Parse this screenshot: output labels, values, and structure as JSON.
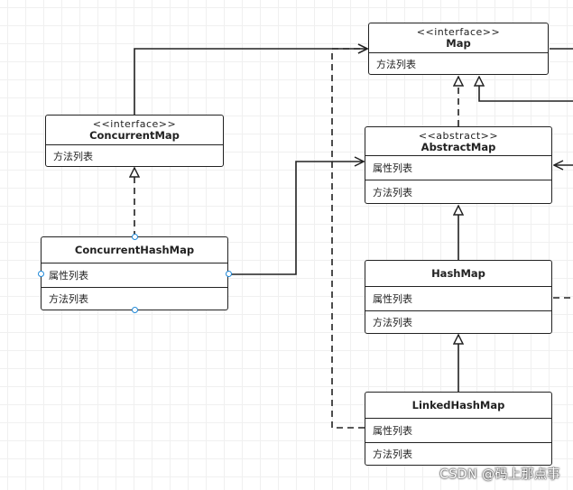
{
  "classes": {
    "map": {
      "stereotype": "<<interface>>",
      "name": "Map",
      "methods": "方法列表"
    },
    "concurrent_map": {
      "stereotype": "<<interface>>",
      "name": "ConcurrentMap",
      "methods": "方法列表"
    },
    "abstract_map": {
      "stereotype": "<<abstract>>",
      "name": "AbstractMap",
      "attributes": "属性列表",
      "methods": "方法列表"
    },
    "concurrent_hash_map": {
      "name": "ConcurrentHashMap",
      "attributes": "属性列表",
      "methods": "方法列表"
    },
    "hash_map": {
      "name": "HashMap",
      "attributes": "属性列表",
      "methods": "方法列表"
    },
    "linked_hash_map": {
      "name": "LinkedHashMap",
      "attributes": "属性列表",
      "methods": "方法列表"
    }
  },
  "watermark": "CSDN @码上那点事",
  "colors": {
    "line": "#222222",
    "connection_point": "#1e88d8",
    "grid": "#f0f0f0"
  }
}
